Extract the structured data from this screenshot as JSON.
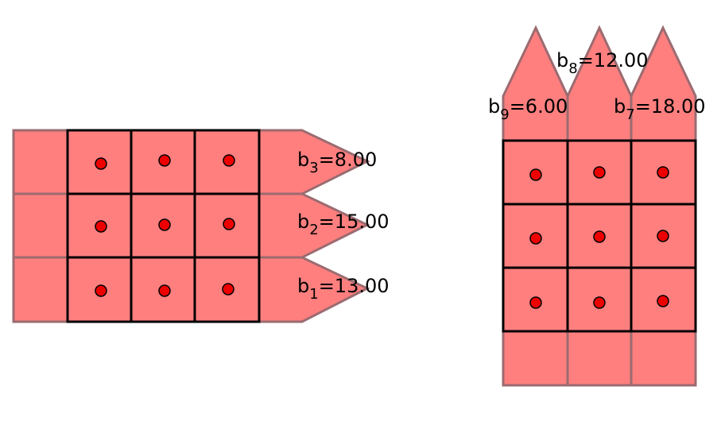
{
  "colors": {
    "region_fill": "#ff7f7f",
    "region_edge": "#9b6b70",
    "grid_line": "#000000",
    "point_fill": "#ee0000",
    "point_edge": "#000000"
  },
  "left_panel": {
    "rows": 3,
    "cols": 3,
    "labels": [
      {
        "base": "b",
        "sub": "3",
        "value": "=8.00"
      },
      {
        "base": "b",
        "sub": "2",
        "value": "=15.00"
      },
      {
        "base": "b",
        "sub": "1",
        "value": "=13.00"
      }
    ]
  },
  "right_panel": {
    "rows": 3,
    "cols": 3,
    "labels": [
      {
        "base": "b",
        "sub": "9",
        "value": "=6.00"
      },
      {
        "base": "b",
        "sub": "8",
        "value": "=12.00"
      },
      {
        "base": "b",
        "sub": "7",
        "value": "=18.00"
      }
    ]
  }
}
